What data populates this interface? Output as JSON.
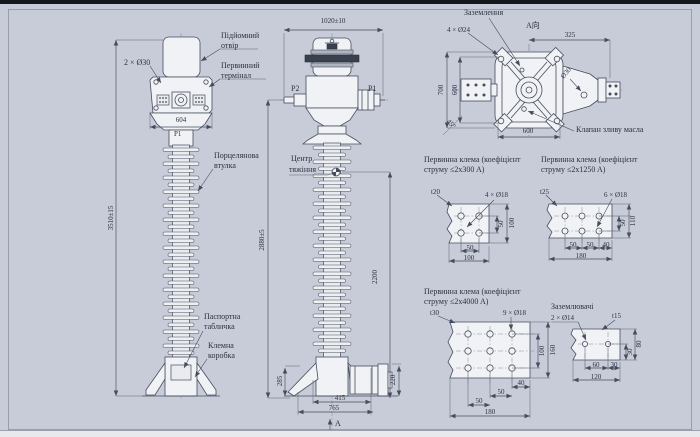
{
  "left_view": {
    "holes": "2 × Ø30",
    "dim_width": "604",
    "p1": "P1",
    "dim_height": "3510±15",
    "lifting_1": "Підйомний",
    "lifting_2": "отвір",
    "terminal_1": "Первинний",
    "terminal_2": "термінал",
    "porcelain_1": "Порцелянова",
    "porcelain_2": "втулка",
    "nameplate_1": "Паспортна",
    "nameplate_2": "табличка",
    "box_1": "Клемна",
    "box_2": "коробка"
  },
  "middle_view": {
    "dim_top": "1020±10",
    "p2": "P2",
    "p1": "P1",
    "cog_1": "Центр",
    "cog_2": "тяжіння",
    "dim_height": "2880±5",
    "dim_2200": "2200",
    "dim_285": "285",
    "dim_220": "220",
    "dim_415": "415",
    "dim_765": "765",
    "view_arrow": "A"
  },
  "top_view": {
    "grounding": "Заземлення",
    "view_label": "A向",
    "dim_325": "325",
    "holes": "4 × Ø24",
    "dim_700": "700",
    "dim_600v": "600",
    "dim_600h": "600",
    "dia_30": "Ø30",
    "angle": "45°",
    "valve": "Клапан зливу масла"
  },
  "clamps": [
    {
      "title_1": "Первинна клема (коефіцієнт",
      "title_2": "струму ≤2x300 A)",
      "thickness": "t20",
      "holes": "4 × Ø18",
      "dim_v1": "50",
      "dim_v2": "100",
      "dim_b1": "50",
      "dim_b2": "100"
    },
    {
      "title_1": "Первинна клема (коефіцієнт",
      "title_2": "струму ≤2x1250 A)",
      "thickness": "t25",
      "holes": "6 × Ø18",
      "dim_v1": "50",
      "dim_v2": "110",
      "dim_b1": "50",
      "dim_b2": "50",
      "dim_b3": "40",
      "dim_b4": "180"
    },
    {
      "title_1": "Первинна клема (коефіцієнт",
      "title_2": "струму ≤2x4000 A)",
      "thickness": "t30",
      "holes": "9 × Ø18",
      "dim_v1": "100",
      "dim_v2": "160",
      "dim_b1": "40",
      "dim_b2": "50",
      "dim_b3": "50",
      "dim_b4": "180"
    }
  ],
  "grounders": {
    "title": "Заземлювачі",
    "holes": "2 × Ø14",
    "thickness": "t15",
    "dim_v1": "30",
    "dim_v2": "80",
    "dim_b1": "60",
    "dim_b2": "30",
    "dim_b3": "120"
  }
}
